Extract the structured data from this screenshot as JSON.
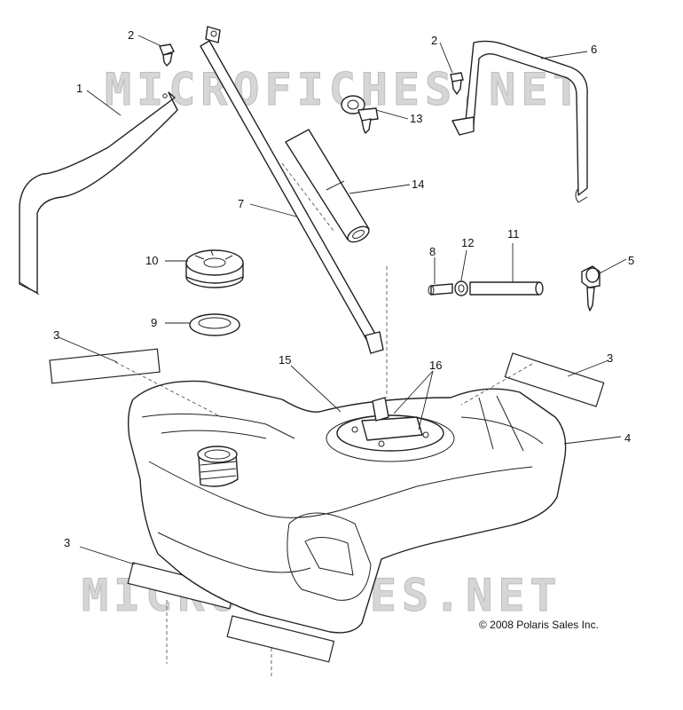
{
  "watermark": {
    "text": "MICROFICHES.NET"
  },
  "copyright": "© 2008 Polaris Sales Inc.",
  "callouts": {
    "c1": "1",
    "c2a": "2",
    "c2b": "2",
    "c3a": "3",
    "c3b": "3",
    "c3c": "3",
    "c4": "4",
    "c5": "5",
    "c6": "6",
    "c7": "7",
    "c8": "8",
    "c9": "9",
    "c10": "10",
    "c11": "11",
    "c12": "12",
    "c13": "13",
    "c14": "14",
    "c15": "15",
    "c16": "16"
  }
}
